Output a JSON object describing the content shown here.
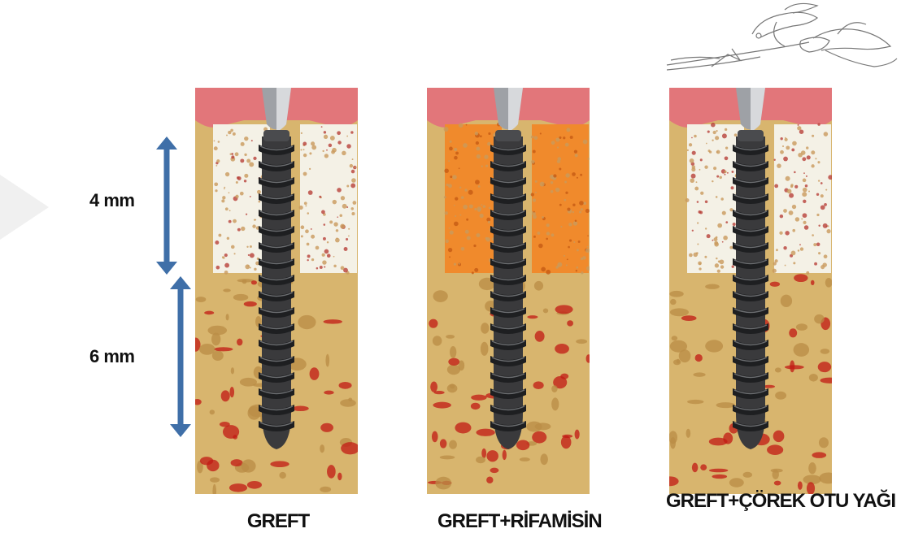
{
  "measurements": {
    "top_label": "4 mm",
    "bottom_label": "6 mm"
  },
  "panels": [
    {
      "caption": "GREFT",
      "graft_color": "#f4f1e6",
      "graft_speck": "#b8413a"
    },
    {
      "caption": "GREFT+RİFAMİSİN",
      "graft_color": "#f08a2c",
      "graft_speck": "#c65a14"
    },
    {
      "caption": "GREFT+ÇÖREK OTU YAĞI",
      "graft_color": "#f4f1e6",
      "graft_speck": "#b8413a"
    }
  ],
  "colors": {
    "arrow": "#3f6fa8",
    "gum": "#e2767a",
    "bone": "#d8b56e",
    "blood": "#c21a14",
    "implant": "#3a3a3c"
  },
  "icons": {
    "logo": "hummingbird-sketch-icon"
  }
}
